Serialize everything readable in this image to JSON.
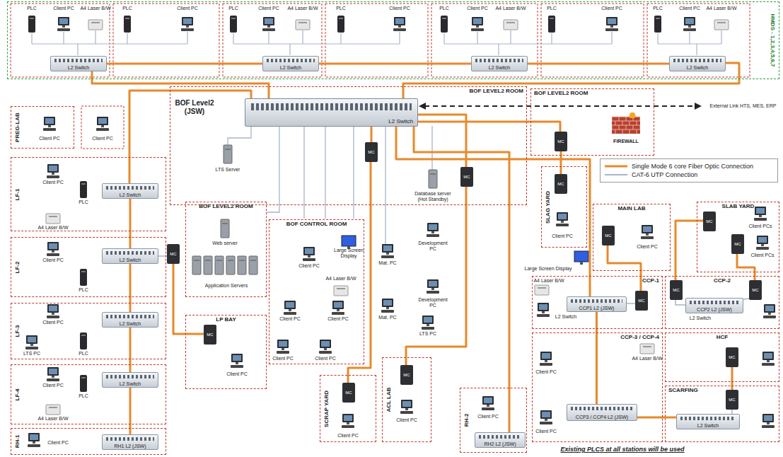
{
  "diagram": {
    "nodes": [
      {
        "text": [
          "HMDS - 1,2,3,4,5,6,7"
        ]
      },
      {
        "text": [
          "L2 Switch"
        ],
        "in": 0
      },
      {
        "text": [
          "L2 Switch"
        ],
        "in": 0
      },
      {
        "text": [
          "L2 Switch"
        ],
        "in": 0
      },
      {
        "text": [
          "L2 Switch"
        ],
        "in": 0
      },
      {
        "text": [
          "BOF LEVEL2 ROOM"
        ]
      },
      {
        "text": [
          "L2 Switch"
        ],
        "in": 5
      },
      {
        "text": [
          "MC"
        ],
        "in": 5
      },
      {
        "text": [
          "MC"
        ],
        "in": 5
      },
      {
        "text": [
          "BOF LEVEL2 ROOM"
        ]
      },
      {
        "text": [
          "FIREWALL"
        ],
        "in": 9
      },
      {
        "text": [
          "MC"
        ],
        "in": 9
      },
      {
        "text": [
          "PREG-LAB"
        ]
      },
      {
        "text": [
          "LF-1"
        ]
      },
      {
        "text": [
          "L2 Switch"
        ],
        "in": 13
      },
      {
        "text": [
          "LF-2"
        ]
      },
      {
        "text": [
          "L2 Switch"
        ],
        "in": 15
      },
      {
        "text": [
          "MC"
        ]
      },
      {
        "text": [
          "LF-3"
        ]
      },
      {
        "text": [
          "L2 Switch"
        ],
        "in": 18
      },
      {
        "text": [
          "LF-4"
        ]
      },
      {
        "text": [
          "L2 Switch"
        ],
        "in": 20
      },
      {
        "text": [
          "RH-1"
        ]
      },
      {
        "text": [
          "RH1 L2 (JSW)"
        ],
        "in": 22
      },
      {
        "text": [
          "BOF LEVEL2 ROOM"
        ]
      },
      {
        "text": [
          "BOF CONTROL ROOM"
        ]
      },
      {
        "text": [
          "LP BAY"
        ]
      },
      {
        "text": [
          "MC"
        ],
        "in": 26
      },
      {
        "text": [
          "SCRAP YARD"
        ]
      },
      {
        "text": [
          "MC"
        ],
        "in": 28
      },
      {
        "text": [
          "ACL LAB"
        ]
      },
      {
        "text": [
          "MC"
        ],
        "in": 30
      },
      {
        "text": [
          "RH-2"
        ]
      },
      {
        "text": [
          "RH2 L2 (JSW)"
        ],
        "in": 32
      },
      {
        "text": [
          "SLAG YARD"
        ]
      },
      {
        "text": [
          "MC"
        ],
        "in": 34
      },
      {
        "text": [
          "MAIN LAB"
        ]
      },
      {
        "text": [
          "MC"
        ],
        "in": 36
      },
      {
        "text": [
          "SLAB YARD"
        ]
      },
      {
        "text": [
          "MC"
        ],
        "in": 38
      },
      {
        "text": [
          "MC"
        ],
        "in": 38
      },
      {
        "text": [
          "CCP-1"
        ]
      },
      {
        "text": [
          "CCP1 L2 (JSW)"
        ],
        "in": 41
      },
      {
        "text": [
          "MC"
        ],
        "in": 41
      },
      {
        "text": [
          "CCP-2"
        ]
      },
      {
        "text": [
          "MC"
        ],
        "in": 44
      },
      {
        "text": [
          "CCP2 L2 (JSW)"
        ],
        "in": 44
      },
      {
        "text": [
          "MC"
        ],
        "in": 44
      },
      {
        "text": [
          "CCP-3 / CCP-4"
        ]
      },
      {
        "text": [
          "CCP3 / CCP4 L2 (JSW)"
        ],
        "in": 48
      },
      {
        "text": [
          "HCF"
        ]
      },
      {
        "text": [
          "MC"
        ],
        "in": 50
      },
      {
        "text": [
          "SCARFING"
        ]
      },
      {
        "text": [
          "MC"
        ],
        "in": 52
      },
      {
        "text": [
          "L2 Switch"
        ],
        "in": 52
      }
    ],
    "edges": [
      {
        "from": 1,
        "to": 2,
        "arrow": "none"
      },
      {
        "from": 2,
        "to": 3,
        "arrow": "none"
      },
      {
        "from": 3,
        "to": 4,
        "arrow": "none"
      },
      {
        "from": 1,
        "to": 6,
        "arrow": "none"
      },
      {
        "from": 4,
        "to": 6,
        "arrow": "none"
      },
      {
        "from": 6,
        "to": 14,
        "arrow": "none"
      },
      {
        "from": 14,
        "to": 16,
        "arrow": "none"
      },
      {
        "from": 16,
        "to": 19,
        "arrow": "none"
      },
      {
        "from": 19,
        "to": 21,
        "arrow": "none"
      },
      {
        "from": 21,
        "to": 23,
        "arrow": "none"
      },
      {
        "from": 16,
        "to": 17,
        "arrow": "none"
      },
      {
        "from": 17,
        "to": 27,
        "arrow": "none"
      },
      {
        "from": 6,
        "to": 7,
        "arrow": "none"
      },
      {
        "from": 7,
        "to": 29,
        "arrow": "none"
      },
      {
        "from": 6,
        "to": 8,
        "arrow": "none"
      },
      {
        "from": 8,
        "to": 31,
        "arrow": "none"
      },
      {
        "from": 6,
        "to": 33,
        "arrow": "none"
      },
      {
        "from": 6,
        "to": 11,
        "arrow": "none"
      },
      {
        "from": 11,
        "to": 35,
        "arrow": "none"
      },
      {
        "from": 6,
        "to": 42,
        "arrow": "none"
      },
      {
        "from": 42,
        "to": 43,
        "arrow": "none"
      },
      {
        "from": 43,
        "to": 37,
        "arrow": "none"
      },
      {
        "from": 42,
        "to": 49,
        "arrow": "none"
      },
      {
        "from": 46,
        "to": 45,
        "arrow": "none"
      },
      {
        "from": 45,
        "to": 39,
        "arrow": "none"
      },
      {
        "from": 46,
        "to": 47,
        "arrow": "none"
      },
      {
        "from": 47,
        "to": 40,
        "arrow": "none"
      },
      {
        "from": 49,
        "to": 54,
        "arrow": "none"
      },
      {
        "from": 54,
        "to": 53,
        "arrow": "none"
      },
      {
        "from": 53,
        "to": 51,
        "arrow": "none"
      }
    ],
    "labels": [
      "PLC",
      "Client PC",
      "A4 Laser B/W",
      "PLC",
      "Client PC",
      "PLC",
      "Client PC",
      "A4 Laser B/W",
      "PLC",
      "Client PC",
      "PLC",
      "Client PC",
      "A4 Laser B/W",
      "PLC",
      "Client PC",
      "PLC",
      "Client PC",
      "A4 Laser B/W",
      "Client PC",
      "Client PC",
      "BOF Level2 (JSW)",
      "LTS Server",
      "Database server (Hot Standby)",
      "Client PC",
      "PLC",
      "A4 Laser B/W",
      "Client PC",
      "PLC",
      "Client PC",
      "LTS PC",
      "PLC",
      "Client PC",
      "PLC",
      "A4 Laser B/W",
      "Client PC",
      "Web server",
      "Application Servers",
      "Large Screen Display",
      "Client PC",
      "A4 Laser B/W",
      "Client PC",
      "Client PC",
      "Client PC",
      "Client PC",
      "Mat. PC",
      "Mat. PC",
      "LTS PC",
      "Development PC",
      "Development PC",
      "Client PC",
      "Client PC",
      "Client PC",
      "Client PC",
      "Client PC",
      "Client PC",
      "Client PCs",
      "Client PCs",
      "Large Screen Display",
      "A4 Laser B/W",
      "L2 Switch",
      "L2 Switch",
      "Client PC",
      "A4 Laser B/W",
      "Client PC",
      "Existing PLCS at all stations will be used",
      "External Link HTS, MES, ERP"
    ],
    "legend": [
      {
        "text": "Single Mode 6 core Fiber Optic Connection"
      },
      {
        "text": "CAT-6 UTP Connection"
      }
    ]
  }
}
